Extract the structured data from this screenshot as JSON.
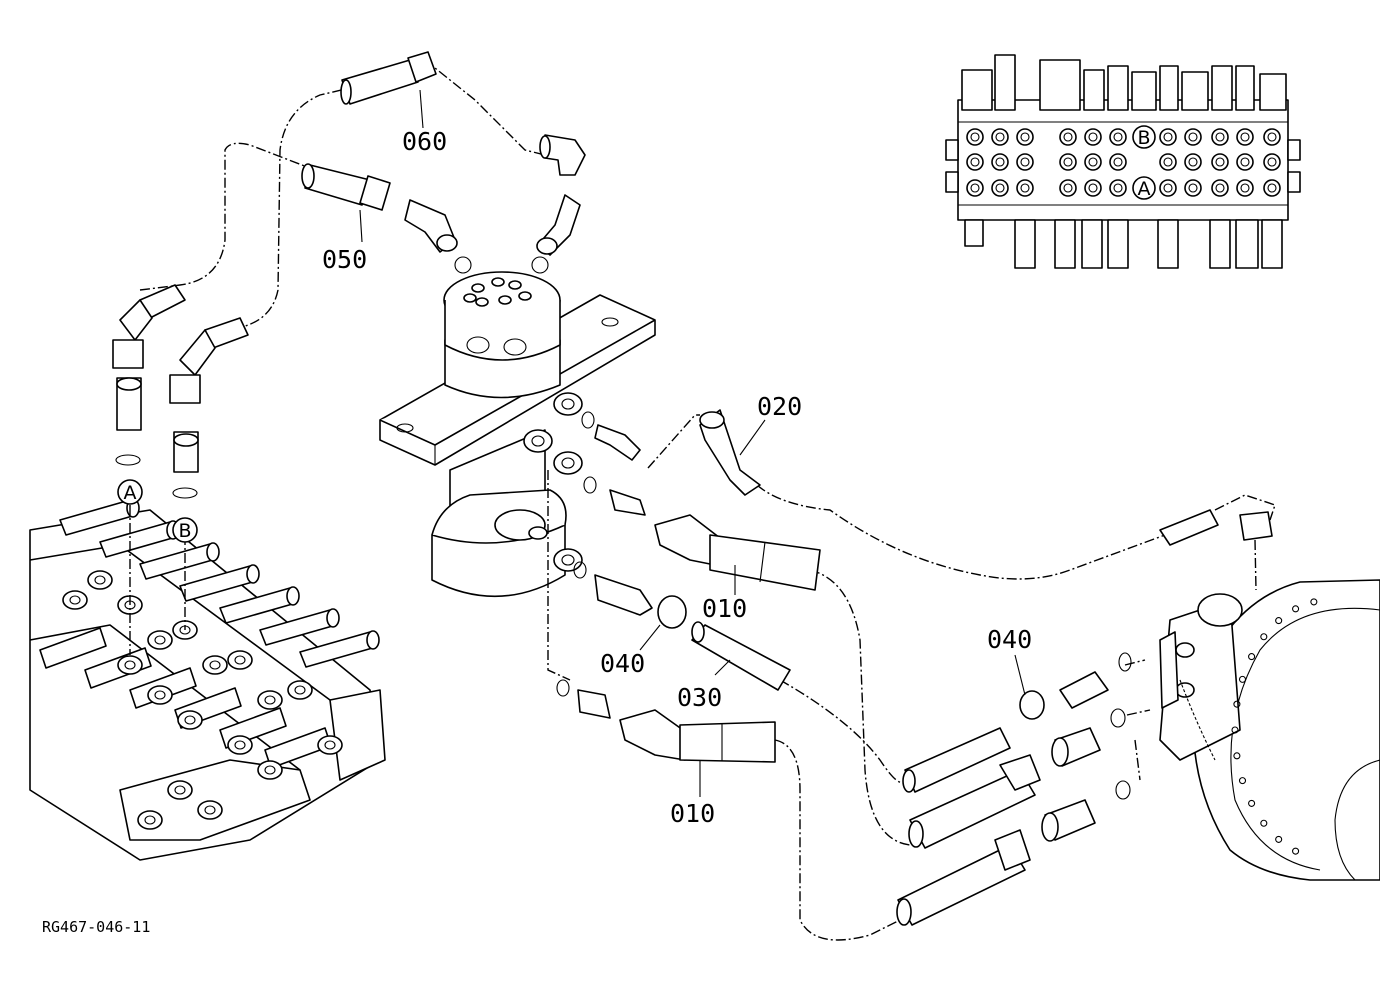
{
  "drawing_code": "RG467-046-11",
  "parts": {
    "p010a": "010",
    "p010b": "010",
    "p020": "020",
    "p030": "030",
    "p040a": "040",
    "p040b": "040",
    "p050": "050",
    "p060": "060"
  },
  "ports": {
    "a_main": "A",
    "b_main": "B",
    "a_inset": "A",
    "b_inset": "B"
  }
}
